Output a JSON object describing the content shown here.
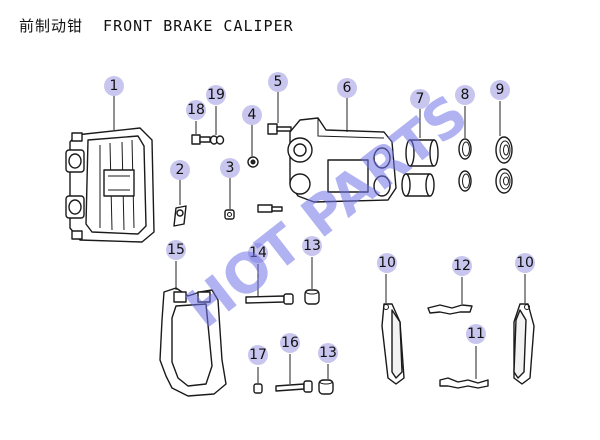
{
  "title": "前制动钳  FRONT BRAKE CALIPER",
  "watermark": "HOT PARTS",
  "colors": {
    "callout_fill": "#c8c6ee",
    "watermark": "#6f73e6",
    "line": "#1a1a1a"
  },
  "callouts": {
    "c1": "1",
    "c2": "2",
    "c3": "3",
    "c4": "4",
    "c5": "5",
    "c6": "6",
    "c7": "7",
    "c8": "8",
    "c9": "9",
    "c10a": "10",
    "c10b": "10",
    "c11": "11",
    "c12": "12",
    "c13a": "13",
    "c13b": "13",
    "c14": "14",
    "c15": "15",
    "c16": "16",
    "c17": "17",
    "c18": "18",
    "c19": "19"
  }
}
